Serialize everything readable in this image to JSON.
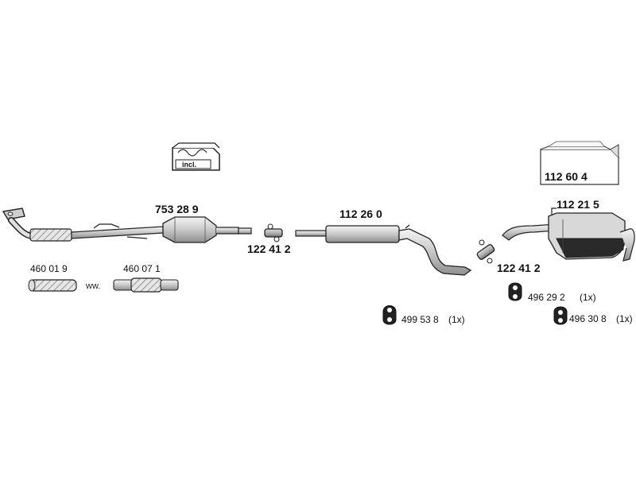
{
  "kit_box_label": "incl.",
  "parts": {
    "catalytic_converter": "753 28 9",
    "connector_front": "122 41 2",
    "front_silencer": "112 26 0",
    "connector_rear": "122 41 2",
    "rear_silencer": "112 21 5",
    "mounting_kit": "112 60 4",
    "flex_pipe_a": "460 01 9",
    "flex_pipe_b": "460 07 1",
    "hanger_1": "499 53 8",
    "hanger_2": "496 29 2",
    "hanger_3": "496 30 8"
  },
  "quantities": {
    "hanger_1": "(1x)",
    "hanger_2": "(1x)",
    "hanger_3": "(1x)"
  },
  "alternative_label": "ww."
}
